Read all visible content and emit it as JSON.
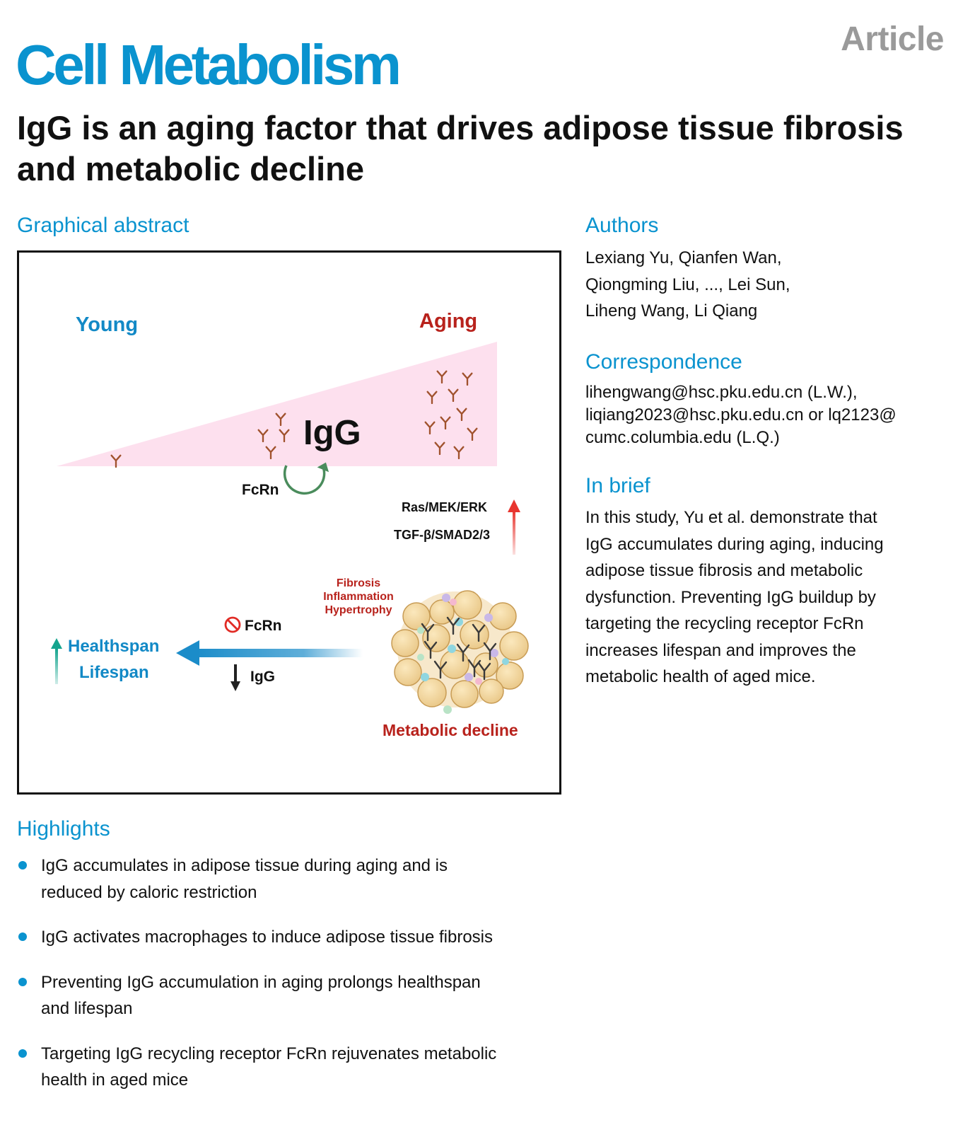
{
  "header": {
    "journal": "Cell Metabolism",
    "article_type": "Article"
  },
  "title": "IgG is an aging factor that drives adipose tissue fibrosis and metabolic decline",
  "graphical_abstract": {
    "heading": "Graphical abstract",
    "young_label": "Young",
    "aging_label": "Aging",
    "igg_label": "IgG",
    "fcrn_recycle_label": "FcRn",
    "pathway_1": "Ras/MEK/ERK",
    "pathway_2": "TGF-β/SMAD2/3",
    "effect_1": "Fibrosis",
    "effect_2": "Inflammation",
    "effect_3": "Hypertrophy",
    "fcrn_block_label": "FcRn",
    "igg_down_label": "IgG",
    "benefit_1": "Healthspan",
    "benefit_2": "Lifespan",
    "outcome_label": "Metabolic decline",
    "colors": {
      "young": "#1289c6",
      "aging": "#b8221c",
      "wedge": "#fde0ee",
      "antibody": "#a0522d",
      "teal": "#14a48e",
      "red_arrow": "#e8352f"
    }
  },
  "authors": {
    "heading": "Authors",
    "lines": [
      "Lexiang Yu, Qianfen Wan,",
      "Qiongming Liu, ..., Lei Sun,",
      "Liheng Wang, Li Qiang"
    ]
  },
  "correspondence": {
    "heading": "Correspondence",
    "lines": [
      "lihengwang@hsc.pku.edu.cn (L.W.),",
      "liqiang2023@hsc.pku.edu.cn or lq2123@",
      "cumc.columbia.edu (L.Q.)"
    ]
  },
  "in_brief": {
    "heading": "In brief",
    "lines": [
      "In this study, Yu et al. demonstrate that",
      "IgG accumulates during aging, inducing",
      "adipose tissue fibrosis and metabolic",
      "dysfunction. Preventing IgG buildup by",
      "targeting the recycling receptor FcRn",
      "increases lifespan and improves the",
      "metabolic health of aged mice."
    ]
  },
  "highlights": {
    "heading": "Highlights",
    "items": [
      [
        "IgG accumulates in adipose tissue during aging and is",
        "reduced by caloric restriction"
      ],
      [
        "IgG activates macrophages to induce adipose tissue fibrosis"
      ],
      [
        "Preventing IgG accumulation in aging prolongs healthspan",
        "and lifespan"
      ],
      [
        "Targeting IgG recycling receptor FcRn rejuvenates metabolic",
        "health in aged mice"
      ]
    ]
  }
}
